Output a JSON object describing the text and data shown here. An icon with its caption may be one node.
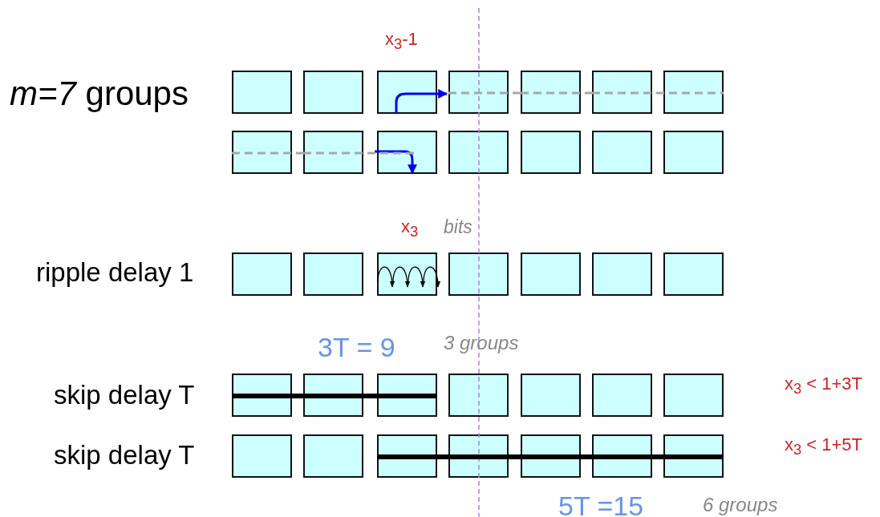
{
  "diagram": {
    "nodes": [
      {
        "text": [],
        "shape": "box"
      },
      {
        "text": [],
        "shape": "box"
      },
      {
        "text": [],
        "shape": "box"
      },
      {
        "text": [],
        "shape": "box"
      },
      {
        "text": [],
        "shape": "box"
      },
      {
        "text": [],
        "shape": "box"
      },
      {
        "text": [],
        "shape": "box"
      },
      {
        "text": [],
        "shape": "box"
      },
      {
        "text": [],
        "shape": "box"
      },
      {
        "text": [],
        "shape": "box"
      },
      {
        "text": [],
        "shape": "box"
      },
      {
        "text": [],
        "shape": "box"
      },
      {
        "text": [],
        "shape": "box"
      },
      {
        "text": [],
        "shape": "box"
      },
      {
        "text": [],
        "shape": "box"
      },
      {
        "text": [],
        "shape": "box"
      },
      {
        "text": [],
        "shape": "box"
      },
      {
        "text": [],
        "shape": "box"
      },
      {
        "text": [],
        "shape": "box"
      },
      {
        "text": [],
        "shape": "box"
      },
      {
        "text": [],
        "shape": "box"
      },
      {
        "text": [],
        "shape": "box"
      },
      {
        "text": [],
        "shape": "box"
      },
      {
        "text": [],
        "shape": "box"
      },
      {
        "text": [],
        "shape": "box"
      },
      {
        "text": [],
        "shape": "box"
      },
      {
        "text": [],
        "shape": "box"
      },
      {
        "text": [],
        "shape": "box"
      },
      {
        "text": [],
        "shape": "box"
      },
      {
        "text": [],
        "shape": "box"
      },
      {
        "text": [],
        "shape": "box"
      },
      {
        "text": [],
        "shape": "box"
      },
      {
        "text": [],
        "shape": "box"
      },
      {
        "text": [],
        "shape": "box"
      },
      {
        "text": [],
        "shape": "box"
      }
    ],
    "edges": [
      {
        "from": 2,
        "to": 3,
        "arrow": "to",
        "color": "#0000ee"
      },
      {
        "from": null,
        "to": 9,
        "arrow": "to",
        "color": "#0000ee"
      },
      {
        "from": 3,
        "to": 4,
        "arrow": "none",
        "style": "dashed",
        "color": "#a8a8a8"
      },
      {
        "from": 4,
        "to": 5,
        "arrow": "none",
        "style": "dashed",
        "color": "#a8a8a8"
      },
      {
        "from": 5,
        "to": 6,
        "arrow": "none",
        "style": "dashed",
        "color": "#a8a8a8"
      },
      {
        "from": 7,
        "to": 8,
        "arrow": "none",
        "style": "dashed",
        "color": "#a8a8a8"
      },
      {
        "from": 8,
        "to": 9,
        "arrow": "none",
        "style": "dashed",
        "color": "#a8a8a8"
      },
      {
        "from": 21,
        "to": 22,
        "arrow": "none",
        "style": "thick",
        "color": "#000000"
      },
      {
        "from": 22,
        "to": 23,
        "arrow": "none",
        "style": "thick",
        "color": "#000000"
      },
      {
        "from": 30,
        "to": 31,
        "arrow": "none",
        "style": "thick",
        "color": "#000000"
      },
      {
        "from": 31,
        "to": 32,
        "arrow": "none",
        "style": "thick",
        "color": "#000000"
      },
      {
        "from": 32,
        "to": 33,
        "arrow": "none",
        "style": "thick",
        "color": "#000000"
      },
      {
        "from": 33,
        "to": 34,
        "arrow": "none",
        "style": "thick",
        "color": "#000000"
      }
    ],
    "labels": [
      "x$_{3}$-1",
      "*m=7* groups",
      "x$_{3}$",
      "bits",
      "ripple delay 1",
      "3T = 9",
      "3 groups",
      "skip delay T",
      "x$_{3}$ < 1+3T",
      "skip delay T",
      "x$_{3}$ < 1+5T",
      "5T =15",
      "6 groups"
    ]
  }
}
